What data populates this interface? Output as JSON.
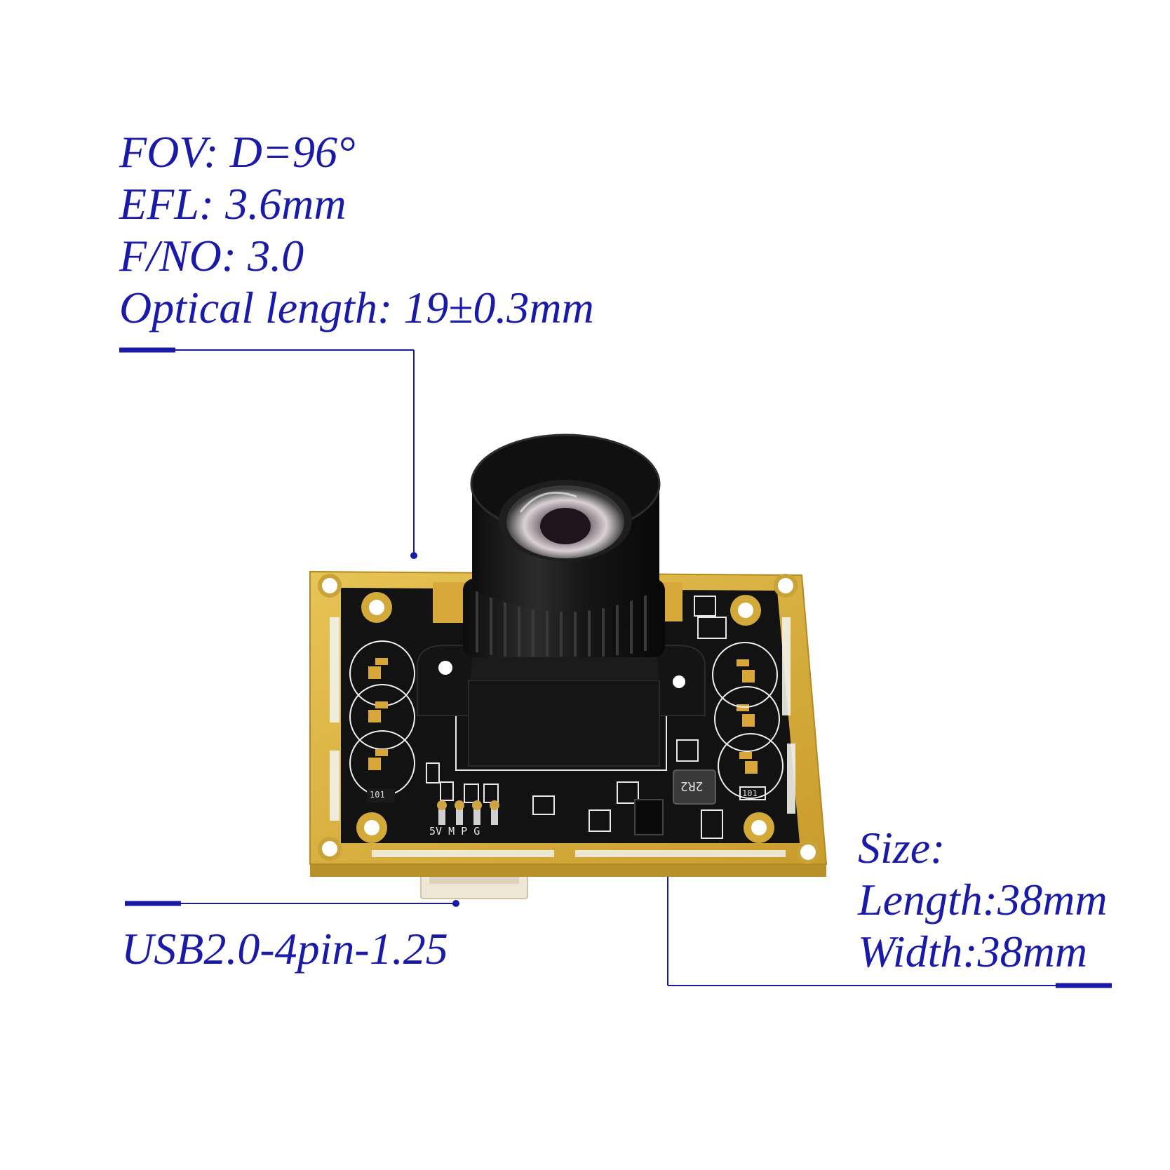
{
  "lens_specs": [
    "FOV: D=96°",
    "EFL: 3.6mm",
    "F/NO: 3.0",
    "Optical length: 19±0.3mm"
  ],
  "connector_spec": "USB2.0-4pin-1.25",
  "size_specs": {
    "heading": "Size:",
    "length": "Length:38mm",
    "width": "Width:38mm"
  },
  "pin_labels": "5V M P G",
  "inductor_marking": "2R2",
  "resistor_marking": "101",
  "colors": {
    "text": "#1a1aa8",
    "callout_line": "#1a1aa8",
    "pcb_gold": "#d8b241",
    "pcb_black": "#121212",
    "lens_black": "#1c1c1c"
  }
}
